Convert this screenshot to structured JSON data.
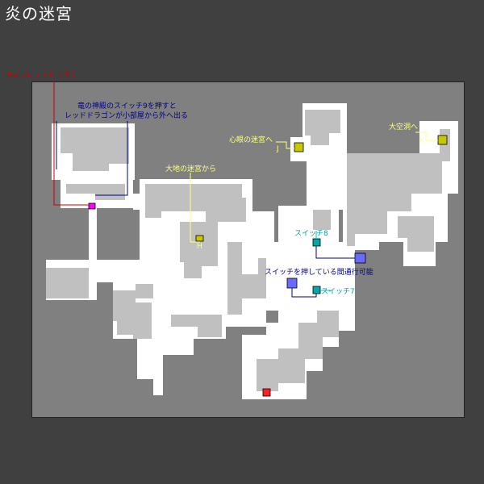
{
  "page": {
    "title": "炎の迷宮"
  },
  "annotations": {
    "boss": "Boss:レッドドラゴン",
    "dragon_note_line1": "竜の神殿のスイッチ9を押すと",
    "dragon_note_line2": "レッドドラゴンが小部屋から外へ出る",
    "to_daichi": "大地の迷宮から",
    "marker_h": "H",
    "to_shingan": "心眼の迷宮へ",
    "marker_j": "J",
    "to_taikudo": "大空洞へ",
    "marker_k": "K",
    "switch8": "スイッチ8",
    "switch7": "スイッチ7",
    "gate_note": "スイッチを押している間通行可能"
  },
  "colors": {
    "background": "#404040",
    "map_fill": "#808080",
    "floor": "#ffffff",
    "wall_block": "#c0c0c0",
    "boss_red": "#cc0000",
    "note_navy": "#000080",
    "yellow_label": "#ffff80",
    "cyan_label": "#00c0c0",
    "switch_cyan": "#00a8a8",
    "gate_blue": "#6a6aff",
    "boss_room_magenta": "#ff00ff",
    "exit_red": "#ff2020",
    "stair_yellow": "#c8c800"
  }
}
